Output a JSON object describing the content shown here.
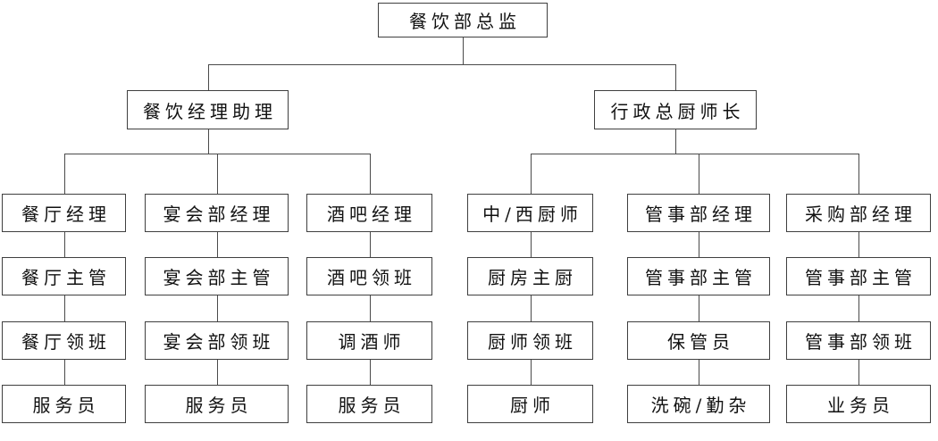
{
  "diagram": {
    "type": "org-chart",
    "root": {
      "label": "餐饮部总监"
    },
    "branches": [
      {
        "label": "餐饮经理助理",
        "columns": [
          [
            "餐厅经理",
            "餐厅主管",
            "餐厅领班",
            "服务员"
          ],
          [
            "宴会部经理",
            "宴会部主管",
            "宴会部领班",
            "服务员"
          ],
          [
            "酒吧经理",
            "酒吧领班",
            "调酒师",
            "服务员"
          ]
        ]
      },
      {
        "label": "行政总厨师长",
        "columns": [
          [
            "中/西厨师",
            "厨房主厨",
            "厨师领班",
            "厨师"
          ],
          [
            "管事部经理",
            "管事部主管",
            "保管员",
            "洗碗/勤杂"
          ],
          [
            "采购部经理",
            "管事部主管",
            "管事部领班",
            "业务员"
          ]
        ]
      }
    ],
    "colors": {
      "background": "#ffffff",
      "box_border": "#3f3f3f",
      "connector": "#4a4a4a",
      "text": "#111111"
    }
  }
}
